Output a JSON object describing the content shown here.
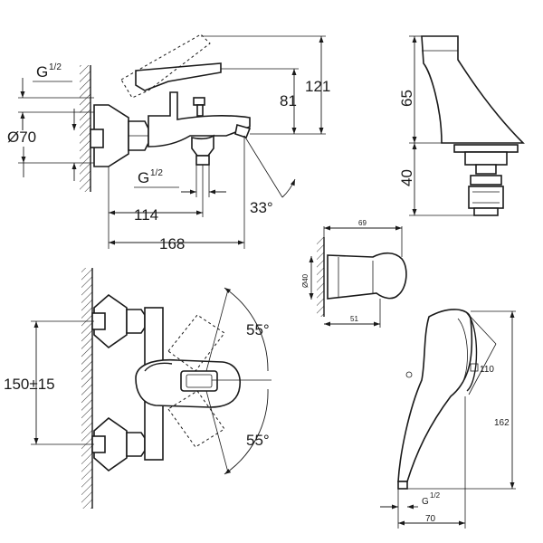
{
  "mixer_side": {
    "thread_top": "G",
    "thread_top_frac": "1/2",
    "diameter": "Ø70",
    "thread_bottom": "G",
    "thread_bottom_frac": "1/2",
    "dim_121": "121",
    "dim_81": "81",
    "dim_114": "114",
    "dim_168": "168",
    "angle": "33°"
  },
  "mixer_front": {
    "centers": "150±15",
    "angle_top": "55°",
    "angle_bottom": "55°"
  },
  "spout": {
    "dim_65": "65",
    "dim_40": "40"
  },
  "wall_holder": {
    "dim_69": "69",
    "dim_40": "Ø40",
    "dim_51": "51"
  },
  "hand_shower": {
    "head": "110",
    "length": "162",
    "thread": "G",
    "thread_frac": "1/2",
    "width": "70"
  }
}
